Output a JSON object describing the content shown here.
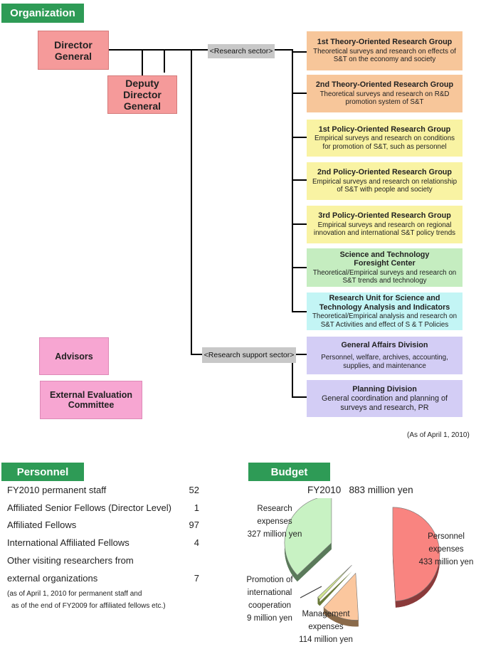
{
  "organization": {
    "header": "Organization",
    "director_general": [
      "Director",
      "General"
    ],
    "deputy_director_general": [
      "Deputy",
      "Director",
      "General"
    ],
    "research_sector_label": "<Research sector>",
    "research_support_sector_label": "<Research support sector>",
    "units": [
      {
        "title": "1st Theory-Oriented Research Group",
        "desc": "Theoretical surveys and research on effects of S&T on the economy and society"
      },
      {
        "title": "2nd Theory-Oriented Research Group",
        "desc": "Theoretical surveys and research on R&D promotion system of S&T"
      },
      {
        "title": "1st Policy-Oriented Research Group",
        "desc": "Empirical surveys and research on conditions for promotion of S&T, such as personnel"
      },
      {
        "title": "2nd Policy-Oriented Research Group",
        "desc": "Empirical surveys and research on relationship of S&T with people and society"
      },
      {
        "title": "3rd Policy-Oriented Research Group",
        "desc": "Empirical surveys and research on regional innovation and international S&T policy trends"
      },
      {
        "title": "Science and Technology Foresight Center",
        "desc": "Theoretical/Empirical surveys and research on S&T trends and technology"
      },
      {
        "title": "Research Unit for Science and Technology Analysis and Indicators",
        "desc": "Theoretical/Empirical analysis and research on S&T Activities and effect of S & T Policies"
      },
      {
        "title": "General Affairs Division",
        "desc": "Personnel, welfare, archives, accounting, supplies, and maintenance"
      },
      {
        "title": "Planning Division",
        "desc": "General coordination and planning of surveys and research, PR"
      }
    ],
    "advisors": "Advisors",
    "external_committee": [
      "External Evaluation",
      "Committee"
    ],
    "as_of": "(As of April 1, 2010)"
  },
  "personnel": {
    "header": "Personnel",
    "rows": [
      {
        "label": "FY2010 permanent staff",
        "value": "52"
      },
      {
        "label": "Affiliated Senior Fellows (Director Level)",
        "value": "1"
      },
      {
        "label": "Affiliated Fellows",
        "value": "97"
      },
      {
        "label": "International Affiliated Fellows",
        "value": "4"
      },
      {
        "label": "Other visiting researchers from",
        "value": ""
      },
      {
        "label": "external organizations",
        "value": "7"
      }
    ],
    "notes": [
      "(as of April 1, 2010 for permanent staff and",
      "as of the end of FY2009 for affiliated fellows etc.)"
    ]
  },
  "budget": {
    "header": "Budget",
    "total_label": "FY2010   883 million yen",
    "labels": {
      "research": [
        "Research",
        "expenses",
        "327 million yen"
      ],
      "personnel": [
        "Personnel",
        "expenses",
        "433 million yen"
      ],
      "promotion": [
        "Promotion of",
        "international",
        "cooperation",
        "9 million yen"
      ],
      "management": [
        "Management",
        "expenses",
        "114 million yen"
      ]
    }
  },
  "chart_data": {
    "type": "pie",
    "title": "FY2010   883 million yen",
    "slices": [
      {
        "name": "Personnel expenses",
        "value": 433,
        "unit": "million yen",
        "color": "#f98480"
      },
      {
        "name": "Management expenses",
        "value": 114,
        "unit": "million yen",
        "color": "#fbc79e"
      },
      {
        "name": "Promotion of international cooperation",
        "value": 9,
        "unit": "million yen",
        "color": "#d2e690"
      },
      {
        "name": "Research expenses",
        "value": 327,
        "unit": "million yen",
        "color": "#c8f2c3"
      }
    ]
  }
}
